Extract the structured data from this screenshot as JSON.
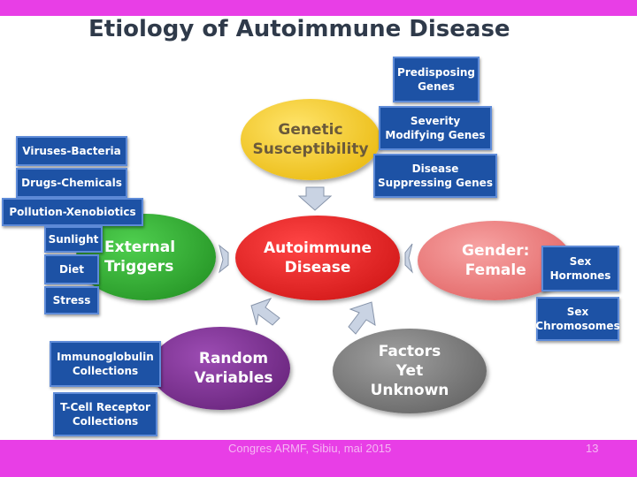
{
  "title": "Etiology of Autoimmune Disease",
  "center": "Autoimmune\nDisease",
  "nodes": {
    "genetic": "Genetic\nSusceptibility",
    "external": "External\nTriggers",
    "gender": "Gender:\nFemale",
    "random": "Random\nVariables",
    "unknown": "Factors\nYet\nUnknown"
  },
  "genetic_boxes": [
    "Predisposing\nGenes",
    "Severity\nModifying Genes",
    "Disease\nSuppressing Genes"
  ],
  "external_boxes": [
    "Viruses-Bacteria",
    "Drugs-Chemicals",
    "Pollution-Xenobiotics",
    "Sunlight",
    "Diet",
    "Stress"
  ],
  "gender_boxes": [
    "Sex\nHormones",
    "Sex\nChromosomes"
  ],
  "random_boxes": [
    "Immunoglobulin\nCollections",
    "T-Cell Receptor\nCollections"
  ],
  "footer": {
    "caption": "Congres ARMF, Sibiu, mai 2015",
    "page": "13"
  },
  "colors": {
    "genetic": "#f2c40d",
    "external": "#2ea52e",
    "center": "#e11c1c",
    "gender": "#e86b6b",
    "random": "#7b2d8f",
    "unknown": "#7a7a7a",
    "box": "#1d52a5",
    "accent": "#e83ee6"
  }
}
